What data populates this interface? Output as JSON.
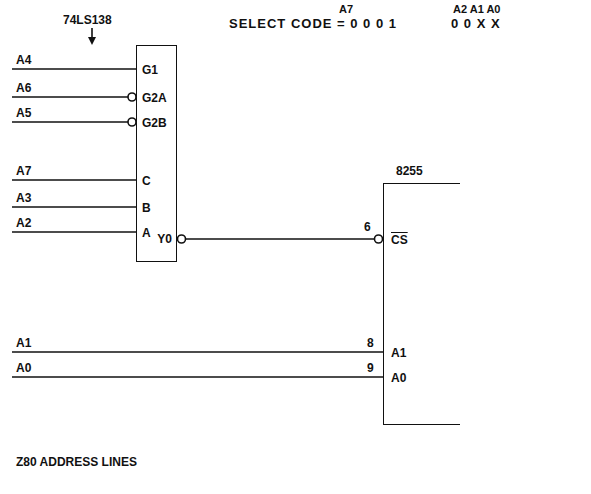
{
  "diagram": {
    "nodes": [
      {
        "text": [
          "74LS138",
          "G1",
          "G2A",
          "G2B",
          "C",
          "B",
          "A",
          "Y0"
        ]
      },
      {
        "text": [
          "8255",
          "CS",
          "A1",
          "A0"
        ]
      }
    ],
    "edges": [
      {
        "from": 0,
        "to": 1,
        "arrow": "none",
        "label": "6"
      }
    ],
    "labels": [
      "A4",
      "A6",
      "A5",
      "A7",
      "A3",
      "A2",
      "A1",
      "A0",
      "8",
      "9",
      "A7",
      "A2 A1 A0",
      "SELECT CODE = 0 0 0 1",
      "0 0 X X",
      "Z80 ADDRESS LINES"
    ]
  }
}
